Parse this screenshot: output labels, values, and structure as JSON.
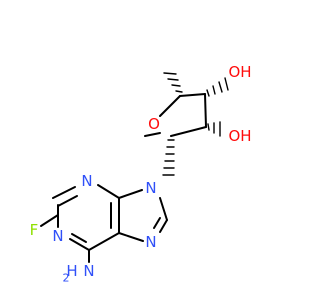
{
  "molecule": {
    "atoms": {
      "F": {
        "text": "F",
        "color": "#8fe000"
      },
      "N1": {
        "text": "N",
        "color": "#3050f8"
      },
      "N3": {
        "text": "N",
        "color": "#3050f8"
      },
      "N7": {
        "text": "N",
        "color": "#3050f8"
      },
      "N9": {
        "text": "N",
        "color": "#3050f8"
      },
      "NH2_H": {
        "text": "H",
        "color": "#3050f8"
      },
      "NH2_N": {
        "text": "N",
        "color": "#3050f8"
      },
      "NH2_sub": {
        "text": "2",
        "color": "#3050f8"
      },
      "O_ring": {
        "text": "O",
        "color": "#ff0d0d"
      },
      "OH_top": {
        "text": "OH",
        "color": "#ff0d0d"
      },
      "OH_bottom": {
        "text": "OH",
        "color": "#ff0d0d"
      }
    },
    "bond_color": "#000000"
  }
}
